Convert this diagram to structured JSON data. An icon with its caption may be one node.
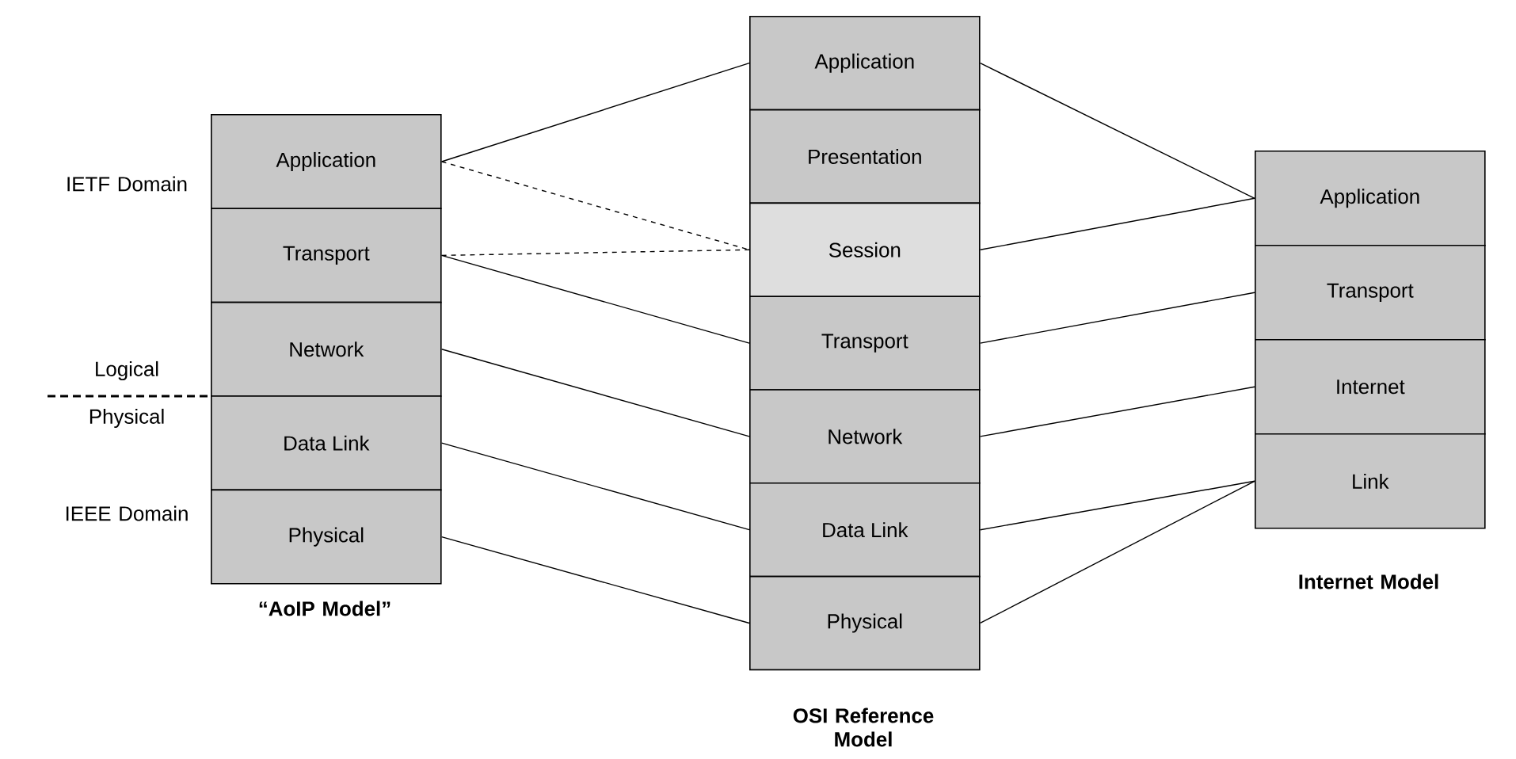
{
  "diagram": {
    "nodes": [
      {
        "text": [
          "Application"
        ]
      },
      {
        "text": [
          "Transport"
        ]
      },
      {
        "text": [
          "Network"
        ]
      },
      {
        "text": [
          "Data Link"
        ]
      },
      {
        "text": [
          "Physical"
        ]
      },
      {
        "text": [
          "Application"
        ]
      },
      {
        "text": [
          "Presentation"
        ]
      },
      {
        "text": [
          "Session"
        ]
      },
      {
        "text": [
          "Transport"
        ]
      },
      {
        "text": [
          "Network"
        ]
      },
      {
        "text": [
          "Data Link"
        ]
      },
      {
        "text": [
          "Physical"
        ]
      },
      {
        "text": [
          "Application"
        ]
      },
      {
        "text": [
          "Transport"
        ]
      },
      {
        "text": [
          "Internet"
        ]
      },
      {
        "text": [
          "Link"
        ]
      }
    ],
    "edges": [
      {
        "from": 0,
        "to": 5,
        "arrow": "none"
      },
      {
        "from": 0,
        "to": 7,
        "arrow": "none",
        "style": "dashed"
      },
      {
        "from": 1,
        "to": 7,
        "arrow": "none",
        "style": "dashed"
      },
      {
        "from": 1,
        "to": 8,
        "arrow": "none"
      },
      {
        "from": 2,
        "to": 9,
        "arrow": "none"
      },
      {
        "from": 3,
        "to": 10,
        "arrow": "none"
      },
      {
        "from": 4,
        "to": 11,
        "arrow": "none"
      },
      {
        "from": 5,
        "to": 12,
        "arrow": "none"
      },
      {
        "from": 7,
        "to": 12,
        "arrow": "none"
      },
      {
        "from": 8,
        "to": 13,
        "arrow": "none"
      },
      {
        "from": 9,
        "to": 14,
        "arrow": "none"
      },
      {
        "from": 10,
        "to": 15,
        "arrow": "none"
      },
      {
        "from": 11,
        "to": 15,
        "arrow": "none"
      }
    ],
    "labels": [
      "IETF Domain",
      "Logical",
      "Physical",
      "IEEE Domain",
      "“AoIP Model”",
      "OSI Reference Model",
      "Internet Model"
    ]
  }
}
